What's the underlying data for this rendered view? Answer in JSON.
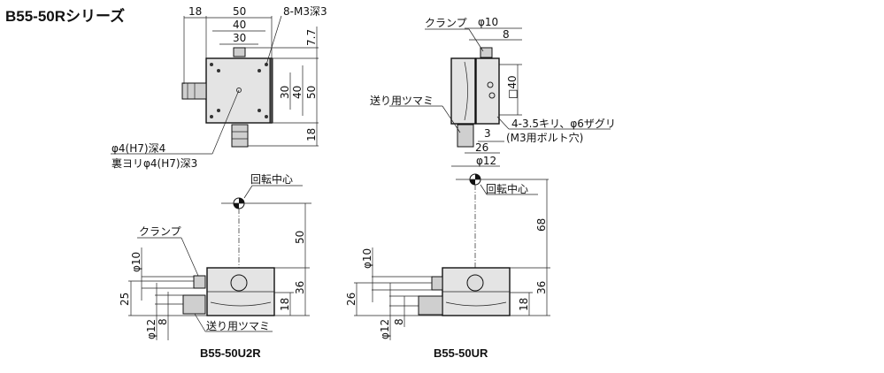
{
  "title": "B55-50Rシリーズ",
  "top_view": {
    "dims": {
      "d18_left": "18",
      "d50": "50",
      "d40": "40",
      "d30": "30",
      "d7_7": "7.7",
      "v30": "30",
      "v40": "40",
      "v50": "50",
      "v18": "18"
    },
    "holes_label": "8-M3深3",
    "center_hole_label_1": "φ4(H7)深4",
    "center_hole_label_2": "裏ヨリφ4(H7)深3"
  },
  "side_view": {
    "clamp_label": "クランプ",
    "phi10": "φ10",
    "d8": "8",
    "square40": "□40",
    "feed_knob_label": "送り用ツマミ",
    "holes_label_1": "4-3.5キリ、φ6ザグリ",
    "holes_label_2": "(M3用ボルト穴)",
    "d3": "3",
    "d26": "26",
    "phi12": "φ12"
  },
  "front_u2r": {
    "rotation_center": "回転中心",
    "clamp_label": "クランプ",
    "phi10": "φ10",
    "d25": "25",
    "phi12": "φ12",
    "d8": "8",
    "d50": "50",
    "d36": "36",
    "d18": "18",
    "feed_knob_label": "送り用ツマミ",
    "model": "B55-50U2R"
  },
  "front_ur": {
    "rotation_center": "回転中心",
    "phi10": "φ10",
    "d26": "26",
    "phi12": "φ12",
    "d8": "8",
    "d68": "68",
    "d36": "36",
    "d18": "18",
    "model": "B55-50UR"
  }
}
